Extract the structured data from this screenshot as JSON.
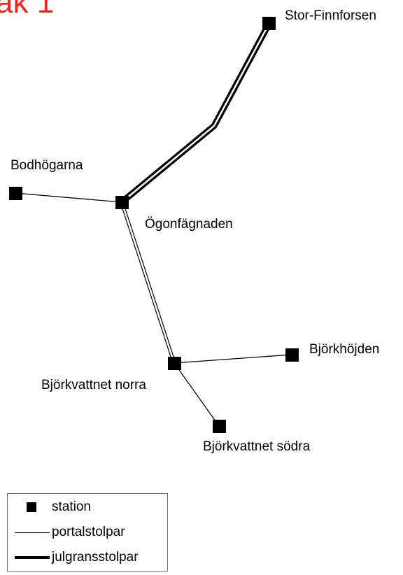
{
  "title": "ak 1",
  "colors": {
    "title": "#e8291c",
    "station": "#000000",
    "line": "#000000",
    "legend_border": "#6f6f6f"
  },
  "stations": [
    {
      "id": "stor-finnforsen",
      "label": "Stor-Finnforsen"
    },
    {
      "id": "bodhogarna",
      "label": "Bodhögarna"
    },
    {
      "id": "ogonfagnaden",
      "label": "Ögonfägnaden"
    },
    {
      "id": "bjorkhojden",
      "label": "Björkhöjden"
    },
    {
      "id": "bjorkvattnet-norra",
      "label": "Björkvattnet norra"
    },
    {
      "id": "bjorkvattnet-sodra",
      "label": "Björkvattnet södra"
    }
  ],
  "connections": [
    {
      "from": "Ögonfägnaden",
      "to": "Stor-Finnforsen",
      "type": "julgransstolpar"
    },
    {
      "from": "Bodhögarna",
      "to": "Ögonfägnaden",
      "type": "portalstolpar"
    },
    {
      "from": "Ögonfägnaden",
      "to": "Björkvattnet norra",
      "type": "portalstolpar"
    },
    {
      "from": "Björkvattnet norra",
      "to": "Björkhöjden",
      "type": "portalstolpar"
    },
    {
      "from": "Björkvattnet norra",
      "to": "Björkvattnet södra",
      "type": "portalstolpar"
    }
  ],
  "legend": {
    "items": [
      {
        "symbol": "square",
        "label": "station"
      },
      {
        "symbol": "thin-line",
        "label": "portalstolpar"
      },
      {
        "symbol": "thick-line",
        "label": "julgransstolpar"
      }
    ]
  }
}
